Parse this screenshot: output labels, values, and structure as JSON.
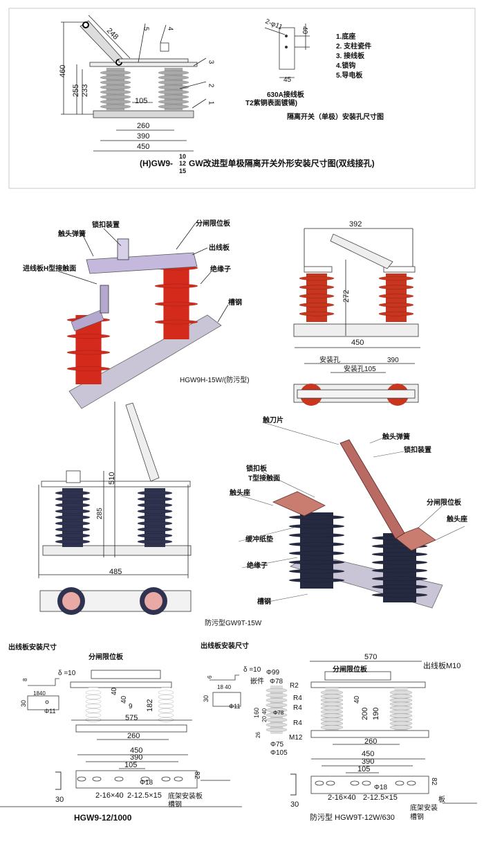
{
  "section1": {
    "dims": [
      "460",
      "255",
      "233",
      "248",
      "105",
      "260",
      "390",
      "450"
    ],
    "callouts": [
      "5",
      "4",
      "3",
      "2",
      "1"
    ],
    "title_prefix": "(H)GW9-",
    "title_fraction": [
      "10",
      "12",
      "15"
    ],
    "title_main": "GW改进型单极隔离开关外形安装尺寸图(双线接孔)",
    "plate": {
      "hole": "2-φ11",
      "dim_40": "40",
      "dim_45": "45",
      "label1": "630A接线板",
      "label2": "T2紫铜表面镀锡)",
      "caption": "隔离开关（单极）安装孔尺寸图"
    },
    "legend": [
      "1.底座",
      "2. 支柱瓷件",
      "3. 接线板",
      "4.锁钩",
      "5.导电板"
    ]
  },
  "section2": {
    "labels": {
      "lock": "锁扣装置",
      "limit": "分闸限位板",
      "spring": "触头弹簧",
      "outlet": "出线板",
      "inlet": "进线板H型接触面",
      "insulator": "绝缘子",
      "channel": "槽钢"
    },
    "model": "HGW9H-15W/(防污型)",
    "side": {
      "dim_392": "392",
      "dim_272": "272",
      "dim_450": "450",
      "hole": "安装孔",
      "dim_390": "390",
      "hole105": "安装孔105"
    }
  },
  "section3": {
    "dims": {
      "d510": "510",
      "d285": "285",
      "d485": "485"
    },
    "model": "防污型GW9T-15W",
    "labels": {
      "blade": "触刀片",
      "spring": "触头弹簧",
      "lock": "锁扣装置",
      "lockplate": "锁扣板",
      "tface": "T型接触面",
      "seat1": "触头座",
      "limit": "分闸限位板",
      "seat2": "触头座",
      "cushion": "缓冲纸垫",
      "insulator": "绝缘子",
      "channel": "槽钢"
    }
  },
  "section4_left": {
    "heading": "出线板安装尺寸",
    "limit": "分闸限位板",
    "delta": "δ =10",
    "d8": "8",
    "d1840": "1840",
    "d30": "30",
    "phi11": "Φ11",
    "d40a": "40",
    "d40b": "40",
    "d9": "9",
    "d182": "182",
    "d575": "575",
    "d260": "260",
    "d450": "450",
    "d390": "390",
    "d105": "105",
    "phi18": "Φ18",
    "d82": "82",
    "slot1": "2-16×40",
    "slot2": "2-12.5×15",
    "base": "底架安装板",
    "channel": "槽钢",
    "d30b": "30",
    "model": "HGW9-12/1000"
  },
  "section4_right": {
    "heading": "出线板安装尺寸",
    "d570": "570",
    "limit": "分闸限位板",
    "outlet": "出线板M10",
    "delta": "δ =10",
    "phi99": "Φ99",
    "insert": "嵌件",
    "phi78": "Φ78",
    "r2": "R2",
    "d6": "6",
    "d1840": "18 40",
    "d30": "30",
    "phi11": "Φ11",
    "r4a": "R4",
    "r4b": "R4",
    "r4c": "R4",
    "d160": "160",
    "d2040": "20 40",
    "phi78b": "Φ78",
    "d26": "26",
    "m12": "M12",
    "phi75": "Φ75",
    "phi105": "Φ105",
    "d40": "40",
    "d200": "200",
    "d190": "190",
    "d260": "260",
    "d450": "450",
    "d390": "390",
    "d105": "105",
    "phi18": "Φ18",
    "d82": "82",
    "slot1": "2-16×40",
    "slot2": "2-12.5×15",
    "ban": "板",
    "base": "底架安装",
    "channel": "槽钢",
    "d30b": "30",
    "model": "防污型 HGW9T-12W/630"
  },
  "colors": {
    "red_insulator": "#d42a1c",
    "dark_insulator": "#2f3350",
    "gray_insulator": "#a9a9a9",
    "metal": "#c9c4d6",
    "copper": "#c97c70",
    "frame": "#c8c8c8"
  }
}
